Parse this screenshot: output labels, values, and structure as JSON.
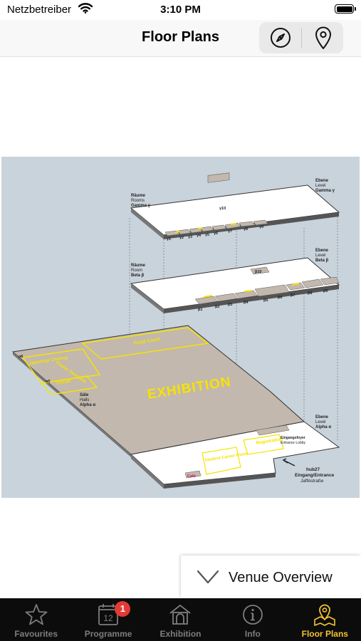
{
  "status_bar": {
    "carrier": "Netzbetreiber",
    "time": "3:10 PM"
  },
  "nav": {
    "title": "Floor Plans",
    "buttons": [
      {
        "icon": "compass-icon"
      },
      {
        "icon": "location-pin-icon"
      }
    ]
  },
  "floorplan": {
    "levels": [
      {
        "de": "Ebene",
        "en": "Level",
        "name": "Gamma γ"
      },
      {
        "de": "Ebene",
        "en": "Level",
        "name": "Beta β"
      },
      {
        "de": "Ebene",
        "en": "Level",
        "name": "Alpha α"
      }
    ],
    "rooms_labels": [
      {
        "de": "Räume",
        "en": "Rooms",
        "name": "Gamma γ"
      },
      {
        "de": "Räume",
        "en": "Room",
        "name": "Beta β"
      }
    ],
    "halls_label": {
      "de": "Säle",
      "en": "Halls",
      "name": "Alpha α"
    },
    "gamma_rooms": [
      "γ1",
      "γ2",
      "γ3",
      "γ4",
      "γ5",
      "γ6",
      "γ7",
      "γ8",
      "γ9",
      "γ10"
    ],
    "beta_rooms": [
      "β1",
      "β2",
      "β3",
      "β4",
      "β5",
      "β6",
      "β7",
      "β8",
      "β9",
      "β10"
    ],
    "halls": [
      "α6",
      "α5"
    ],
    "areas": {
      "exhibition": "EXHIBITION",
      "food_court": "Food Court",
      "opening_closing": "Opening/ Closing",
      "poster_sessions": "Poster Sessions",
      "forum": "Forum",
      "registration": "Registration",
      "student_career": "Student Career Event",
      "cafe": "Café"
    },
    "entrance": {
      "foyer_de": "Eingangsfoyer",
      "foyer_en": "Entrance Lobby",
      "hub": "hub27",
      "entrance_label": "Eingang/Entrance",
      "street": "Jafféstraße"
    },
    "colors": {
      "background": "#c9d3dc",
      "floor": "#ffffff",
      "hall": "#c2b8ad",
      "highlight": "#f7e300",
      "outline": "#3a3a3a"
    }
  },
  "venue_overview": {
    "label": "Venue Overview"
  },
  "tabs": [
    {
      "label": "Favourites",
      "icon": "star-icon",
      "active": false
    },
    {
      "label": "Programme",
      "icon": "calendar-icon",
      "calendar_day": "12",
      "badge": "1",
      "active": false
    },
    {
      "label": "Exhibition",
      "icon": "building-icon",
      "active": false
    },
    {
      "label": "Info",
      "icon": "info-icon",
      "active": false
    },
    {
      "label": "Floor Plans",
      "icon": "map-pin-icon",
      "active": true
    }
  ]
}
